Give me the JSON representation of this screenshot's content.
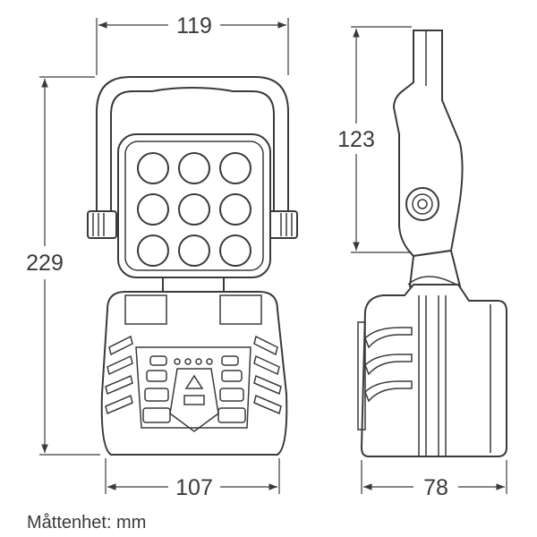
{
  "dimensions": {
    "front_width_top": "119",
    "front_height": "229",
    "front_width_base": "107",
    "side_head_height": "123",
    "side_depth_base": "78"
  },
  "unit_label": "Måttenhet: mm",
  "colors": {
    "line": "#3a3a3a",
    "background": "#ffffff"
  }
}
